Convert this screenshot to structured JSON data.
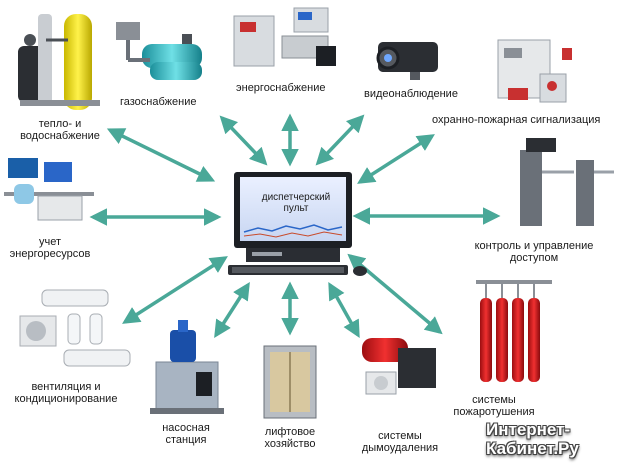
{
  "center": {
    "label": "диспетчерский\nпульт"
  },
  "nodes": [
    {
      "id": "water",
      "label": "тепло- и\nводоснабжение"
    },
    {
      "id": "gas",
      "label": "газоснабжение"
    },
    {
      "id": "power",
      "label": "энергоснабжение"
    },
    {
      "id": "video",
      "label": "видеонаблюдение"
    },
    {
      "id": "fire-alarm",
      "label": "охранно-пожарная сигнализация"
    },
    {
      "id": "metering",
      "label": "учет\nэнергоресурсов"
    },
    {
      "id": "access",
      "label": "контроль и управление\nдоступом"
    },
    {
      "id": "hvac",
      "label": "вентиляция и\nкондиционирование"
    },
    {
      "id": "pump",
      "label": "насосная\nстанция"
    },
    {
      "id": "elevator",
      "label": "лифтовое\nхозяйство"
    },
    {
      "id": "smoke",
      "label": "системы\nдымоудаления"
    },
    {
      "id": "extinguish",
      "label": "системы\nпожаротушения"
    }
  ],
  "watermark": "Интернет-\nКабинет.Ру",
  "colors": {
    "arrow": "#4aa898",
    "text": "#1a1a1a"
  }
}
